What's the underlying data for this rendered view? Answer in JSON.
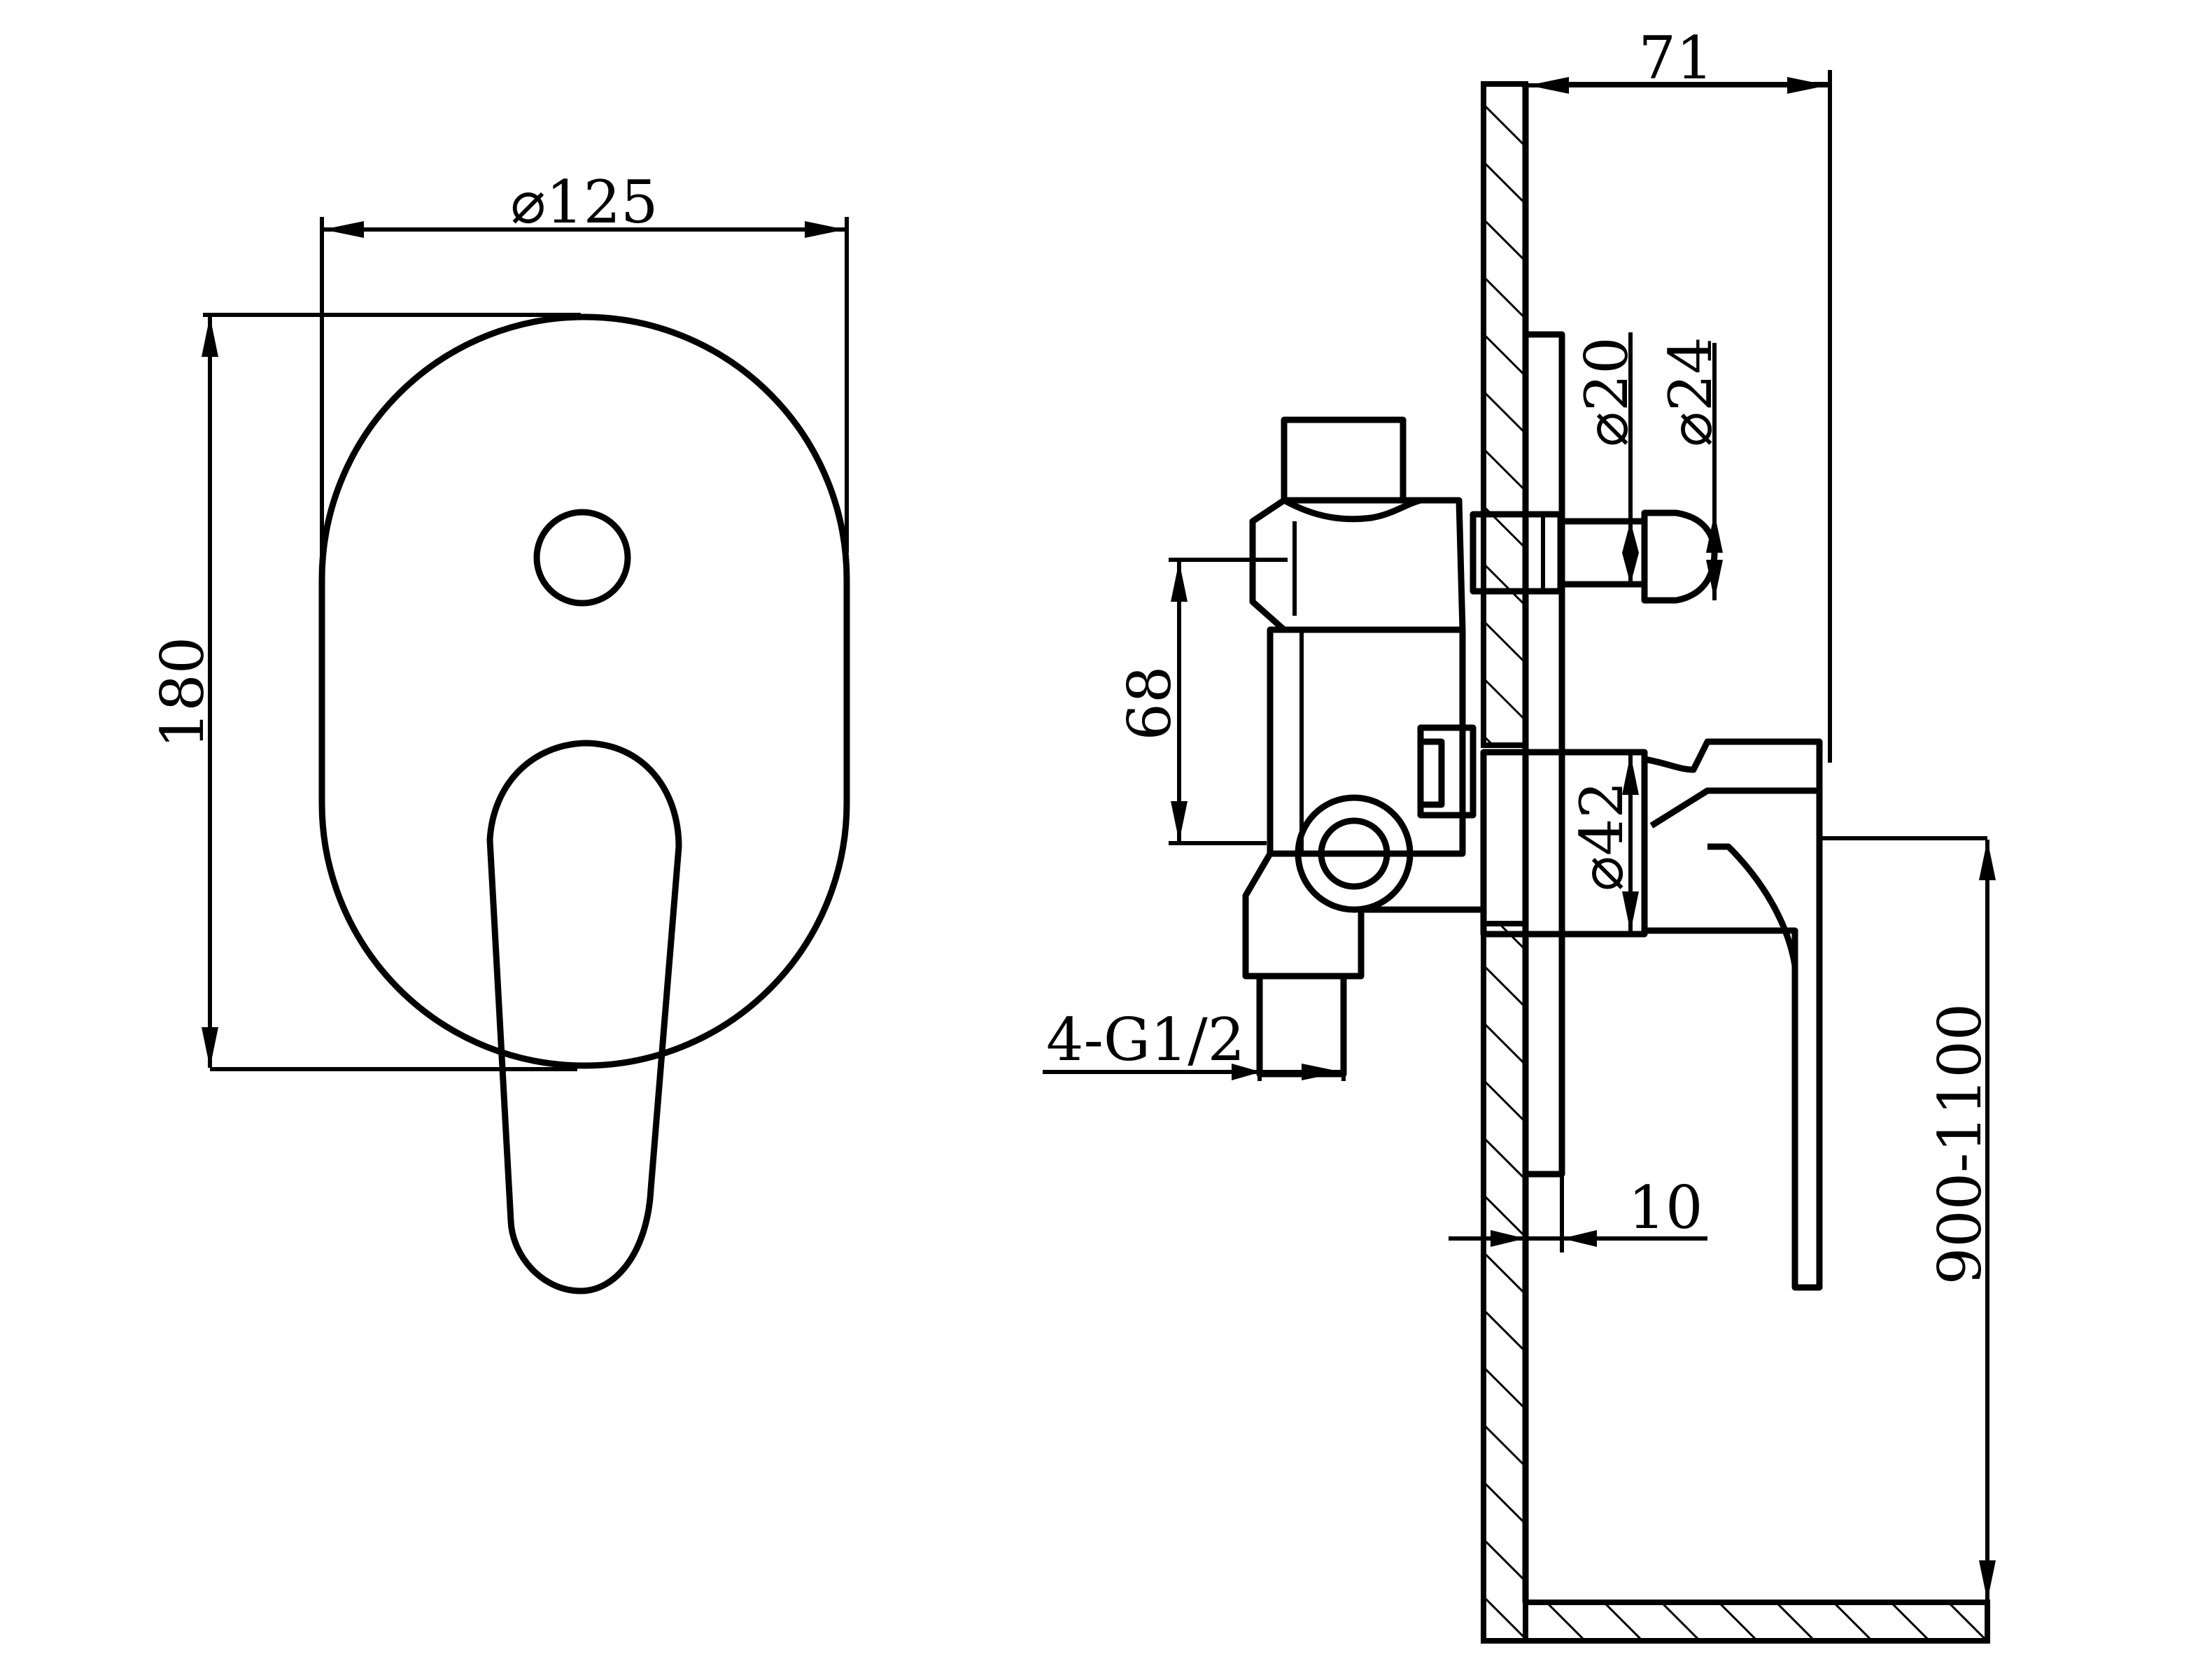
{
  "drawing": {
    "front_view": {
      "dim_width": "⌀125",
      "dim_height": "180"
    },
    "side_view": {
      "dim_depth": "71",
      "dim_stem_inner": "⌀20",
      "dim_stem_outer": "⌀24",
      "dim_body_height": "68",
      "dim_body_diameter": "⌀42",
      "dim_thread": "4-G1/2",
      "dim_plate_thickness": "10",
      "dim_install_height": "900-1100"
    },
    "colors": {
      "line": "#000000",
      "background": "#ffffff"
    }
  }
}
